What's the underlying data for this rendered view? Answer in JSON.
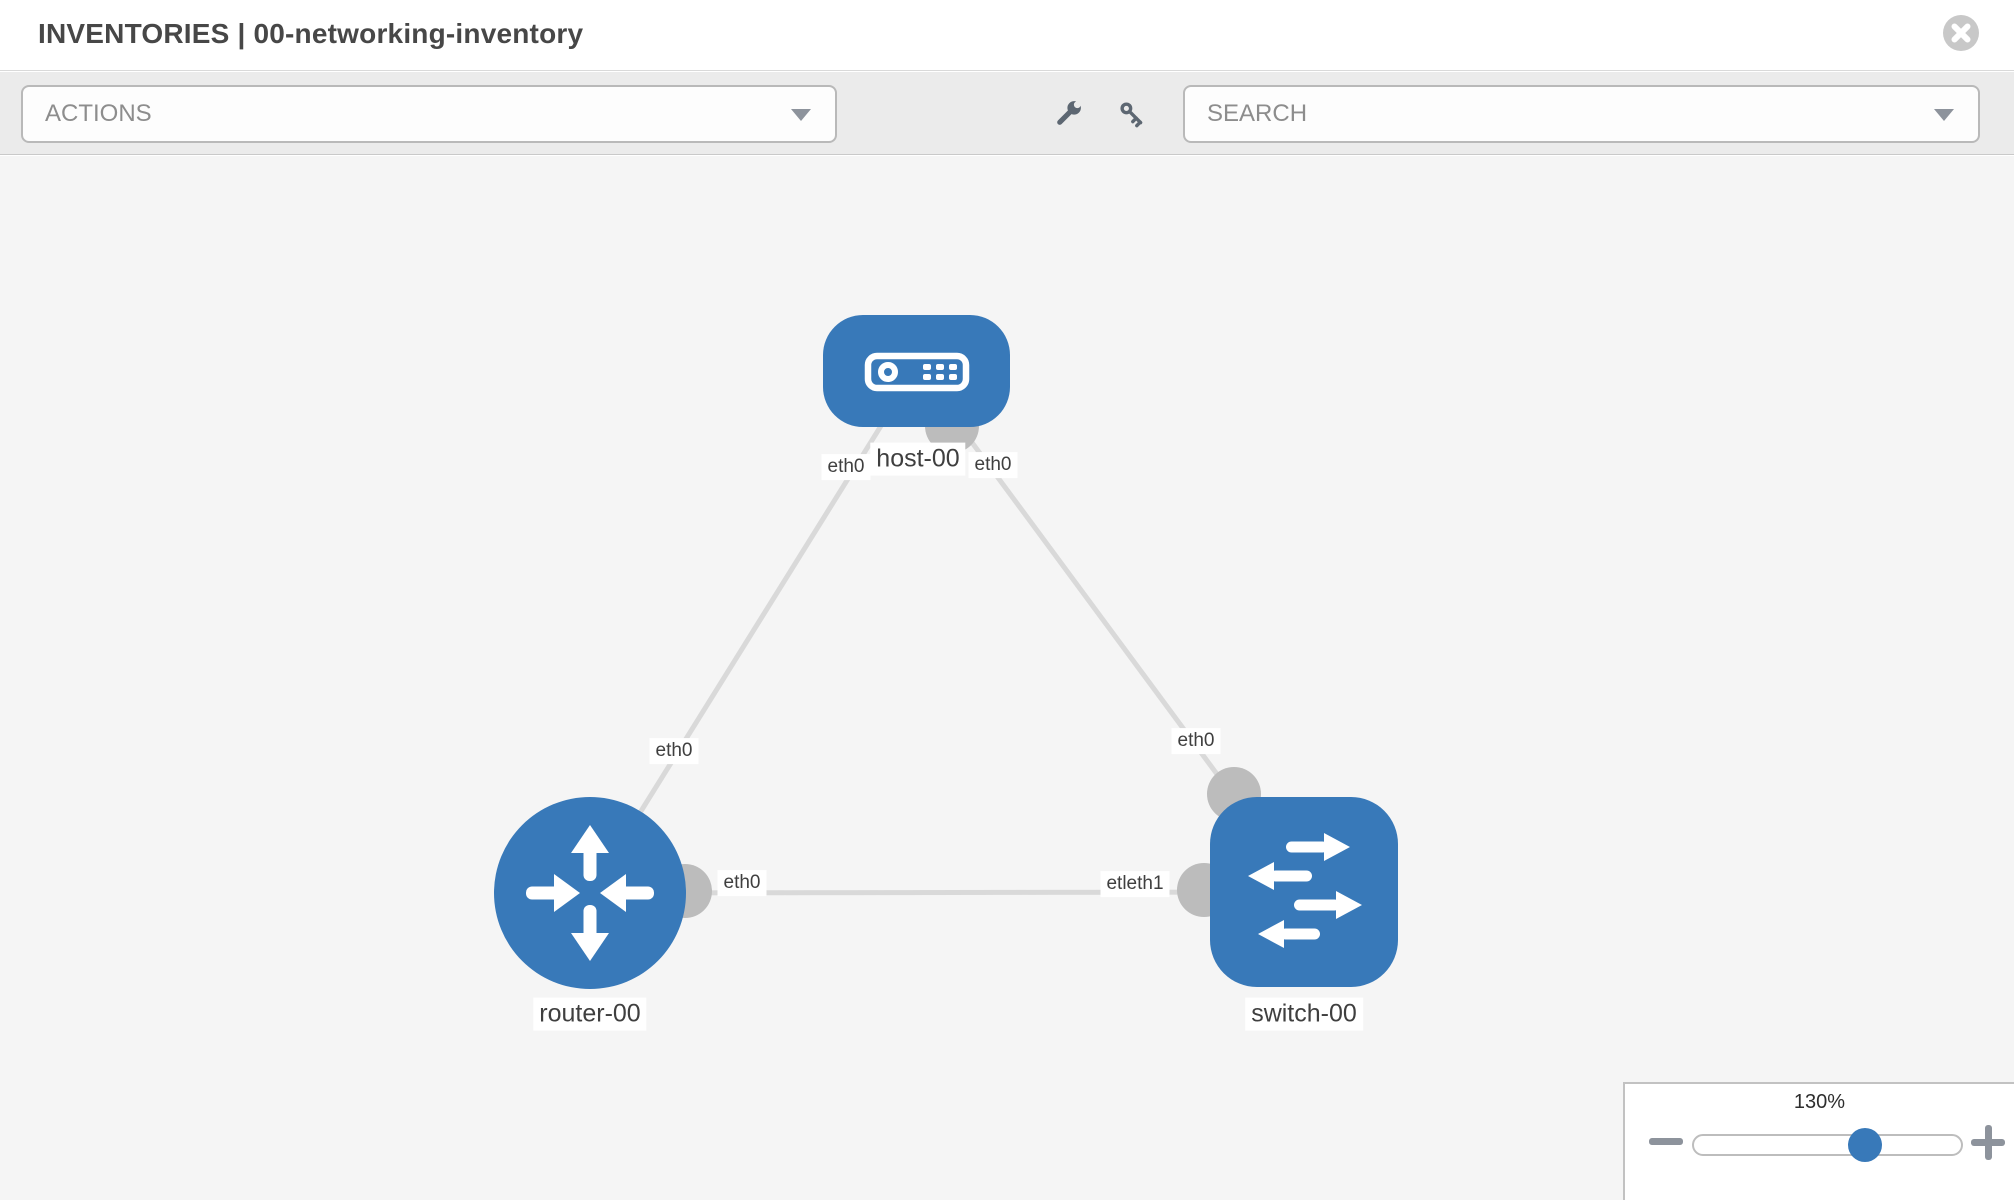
{
  "header": {
    "title": "INVENTORIES | 00-networking-inventory",
    "close_icon": "times-circle-icon"
  },
  "toolbar": {
    "actions": {
      "label": "ACTIONS",
      "caret_icon": "caret-down-icon"
    },
    "search": {
      "placeholder": "SEARCH",
      "caret_icon": "caret-down-icon"
    },
    "tools": [
      {
        "icon": "wrench-icon"
      },
      {
        "icon": "key-icon"
      }
    ]
  },
  "topology": {
    "nodes": [
      {
        "label": "host-00",
        "type": "host",
        "icon": "host-server-icon"
      },
      {
        "label": "router-00",
        "type": "router",
        "icon": "router-arrows-icon"
      },
      {
        "label": "switch-00",
        "type": "switch",
        "icon": "switch-arrows-icon"
      }
    ],
    "links": [
      {
        "from": "router-00",
        "to": "host-00",
        "from_label": "eth0",
        "to_label": "eth0"
      },
      {
        "from": "host-00",
        "to": "switch-00",
        "from_label": "eth0",
        "to_label": "eth0"
      },
      {
        "from": "router-00",
        "to": "switch-00",
        "from_label": "eth0",
        "to_label": "eth1"
      }
    ],
    "display_labels": {
      "host": "host-00",
      "router": "router-00",
      "switch": "switch-00",
      "host_left_iface": "eth0",
      "host_right_iface": "eth0",
      "router_host_iface": "eth0",
      "switch_host_iface": "eth0",
      "router_switch_iface": "eth0",
      "switch_router_iface": "etleth1"
    }
  },
  "zoom_control": {
    "level": "130%",
    "icons": [
      "minus-icon",
      "plus-icon"
    ],
    "slider_position_pct": 65
  },
  "colors": {
    "node_blue": "#3879b9",
    "link_gray": "#d9d9d9",
    "interface_gray": "#bcbcbc",
    "canvas_bg": "#f5f5f5",
    "toolbar_bg": "#ebebeb",
    "title_text": "#474747",
    "muted_text": "#8d8d8d"
  }
}
